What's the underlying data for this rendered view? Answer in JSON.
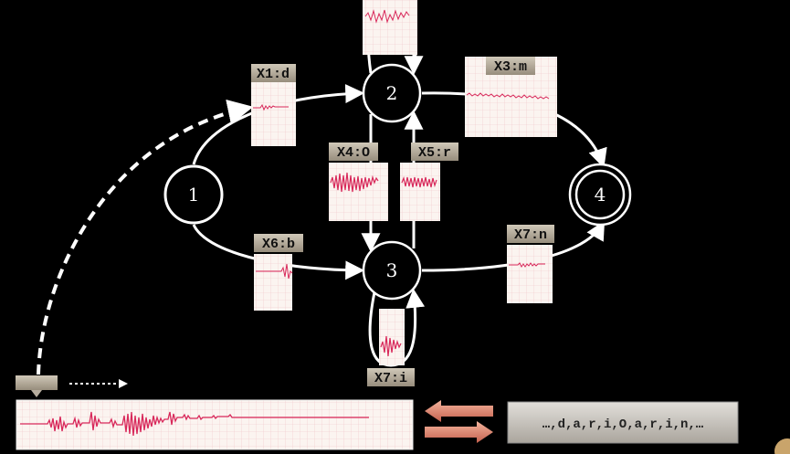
{
  "states": [
    {
      "id": "1",
      "label": "1",
      "final": false
    },
    {
      "id": "2",
      "label": "2",
      "final": false
    },
    {
      "id": "3",
      "label": "3",
      "final": false
    },
    {
      "id": "4",
      "label": "4",
      "final": true
    }
  ],
  "transitions": [
    {
      "label": "X1:d",
      "from": "1",
      "to": "2"
    },
    {
      "label": "X3:m",
      "from": "2",
      "to": "4"
    },
    {
      "label": "X4:O",
      "from": "2",
      "to": "3"
    },
    {
      "label": "X5:r",
      "from": "3",
      "to": "2"
    },
    {
      "label": "X6:b",
      "from": "1",
      "to": "3"
    },
    {
      "label": "X7:n",
      "from": "3",
      "to": "4"
    },
    {
      "label": "X7:i",
      "from": "3",
      "to": "3"
    }
  ],
  "output_sequence": "…,d,a,r,i,O,a,r,i,n,…",
  "colors": {
    "background": "#000000",
    "waveform": "#d8285a",
    "thumb_bg": "#fbf4f0",
    "grid": "#f0c4c8",
    "tag_bg": "#b7ad9e",
    "arrow_pink": "#e8907a",
    "result_box": "#c9c6c0"
  }
}
